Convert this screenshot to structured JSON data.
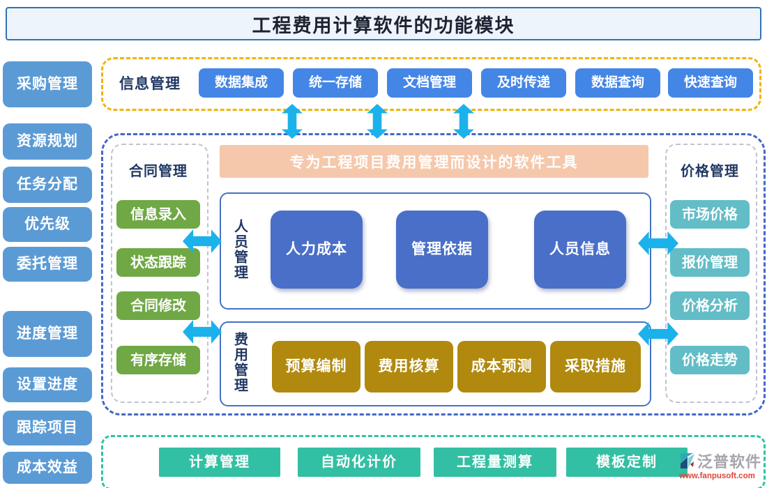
{
  "title": "工程费用计算软件的功能模块",
  "sidebar": {
    "items": [
      "采购管理",
      "资源规划",
      "任务分配",
      "优先级",
      "委托管理",
      "进度管理",
      "设置进度",
      "跟踪项目",
      "成本效益"
    ]
  },
  "info_section": {
    "label": "信息管理",
    "items": [
      "数据集成",
      "统一存储",
      "文档管理",
      "及时传递",
      "数据查询",
      "快速查询"
    ]
  },
  "core_section": {
    "banner": "专为工程项目费用管理而设计的软件工具",
    "contract": {
      "label": "合同管理",
      "items": [
        "信息录入",
        "状态跟踪",
        "合同修改",
        "有序存储"
      ]
    },
    "personnel": {
      "label": "人员管理",
      "nodes": [
        "人力成本",
        "管理依据",
        "人员信息"
      ]
    },
    "cost": {
      "label": "费用管理",
      "nodes": [
        "预算编制",
        "费用核算",
        "成本预测",
        "采取措施"
      ]
    },
    "price": {
      "label": "价格管理",
      "items": [
        "市场价格",
        "报价管理",
        "价格分析",
        "价格走势"
      ]
    }
  },
  "bottom_section": {
    "items": [
      "计算管理",
      "自动化计价",
      "工程量测算",
      "模板定制"
    ]
  },
  "logo": {
    "name": "泛普软件",
    "url": "www.fanpusoft.com"
  },
  "colors": {
    "sidebar_blue": "#5b9bd5",
    "info_blue": "#4486e6",
    "contract_green": "#6fa845",
    "banner_peach": "#f5c8ac",
    "node_blue": "#4a6fc8",
    "cost_gold": "#b1890e",
    "price_teal": "#62bdc7",
    "bottom_teal": "#33bfa3",
    "arrow_cyan": "#1bb2ec",
    "border_yellow": "#f2b307",
    "border_blue": "#4467c8",
    "border_green": "#2ec4a2",
    "label_navy": "#203864"
  }
}
